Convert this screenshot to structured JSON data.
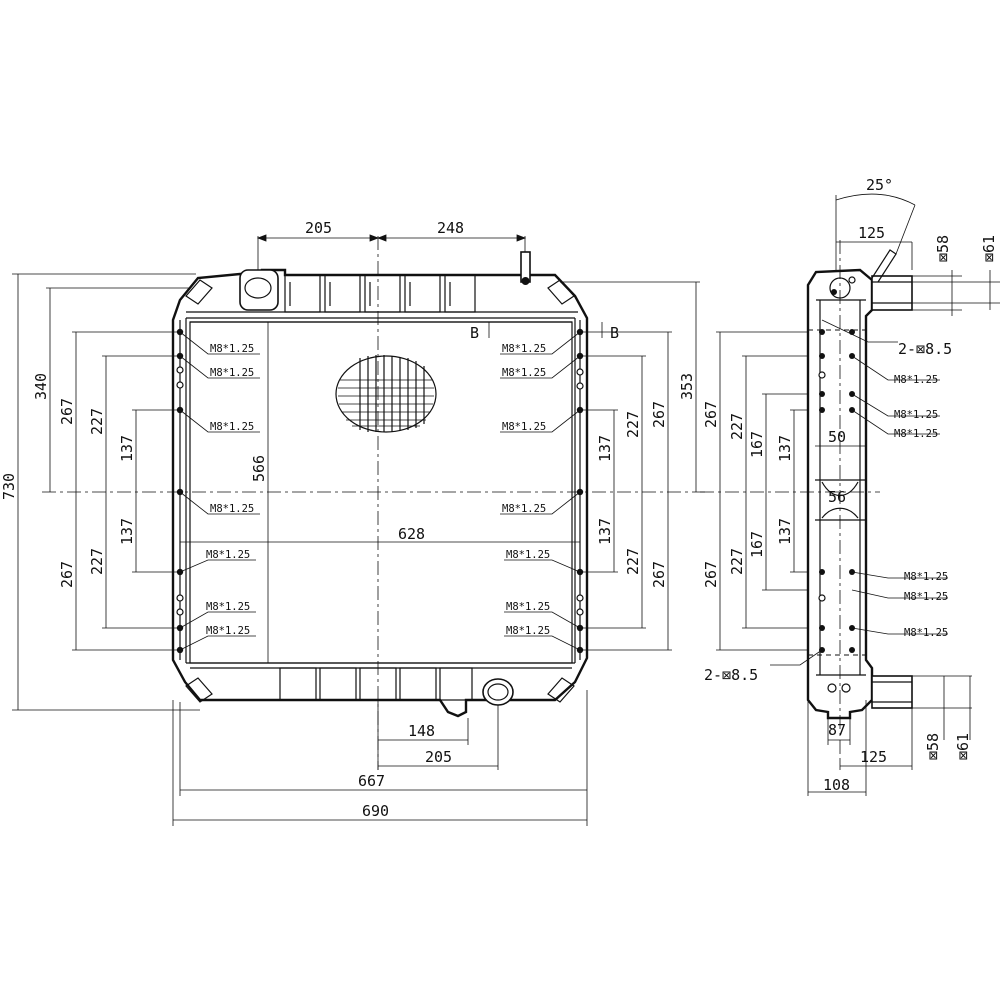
{
  "front_view": {
    "top": {
      "left_offset": "205",
      "right_offset": "248"
    },
    "left": {
      "height_total": "730",
      "upper": "340",
      "pitch_upper_267": "267",
      "pitch_upper_227": "227",
      "pitch_upper_137": "137",
      "pitch_lower_137": "137",
      "pitch_lower_227": "227",
      "pitch_lower_267": "267"
    },
    "core_height": "566",
    "core_width": "628",
    "right": {
      "upper": "353",
      "pitch_upper_267": "267",
      "pitch_upper_227": "227",
      "pitch_upper_137": "137",
      "pitch_lower_137": "137",
      "pitch_lower_227": "227",
      "pitch_lower_267": "267"
    },
    "bottom": {
      "outlet_offset": "148",
      "outlet_offset2": "205",
      "width_inner": "667",
      "width_total": "690"
    },
    "section_mark": "B",
    "thread_label": "M8*1.25"
  },
  "side_view": {
    "angle": "25°",
    "top_pipe_offset": "125",
    "top_pipe_d1": "⊠58",
    "top_pipe_d2": "⊠61",
    "hole_top": "2-⊠8.5",
    "hole_bottom": "2-⊠8.5",
    "left": {
      "p267a": "267",
      "p227a": "227",
      "p167a": "167",
      "p137a": "137",
      "p137b": "137",
      "p167b": "167",
      "p227b": "227",
      "p267b": "267"
    },
    "bracket_width": "50",
    "bracket_height": "56",
    "thread_label": "M8*1.25",
    "bottom_pipe_d1": "⊠58",
    "bottom_pipe_d2": "⊠61",
    "bottom_width_87": "87",
    "bottom_pipe_offset": "125",
    "bottom_width_108": "108"
  }
}
